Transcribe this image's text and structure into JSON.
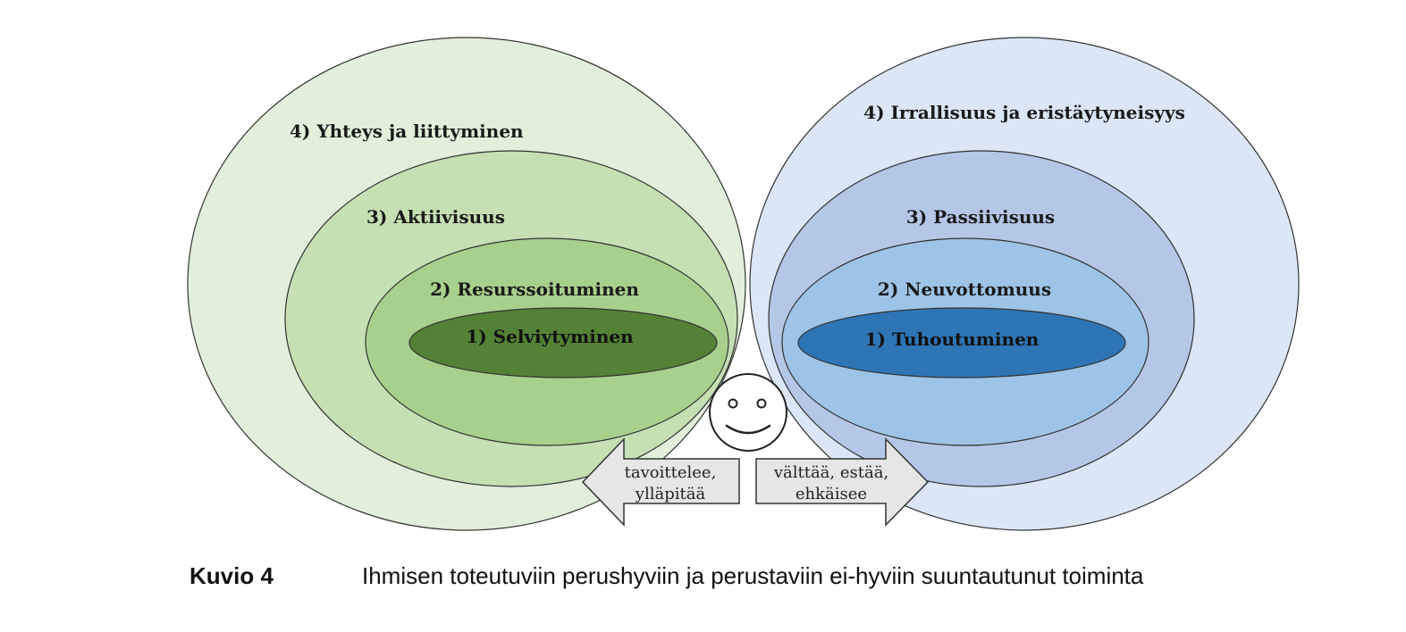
{
  "left": {
    "level4": "4) Yhteys ja liittyminen",
    "level3": "3) Aktiivisuus",
    "level2": "2) Resurssoituminen",
    "level1": "1) Selviytyminen"
  },
  "right": {
    "level4": "4) Irrallisuus ja eristäytyneisyys",
    "level3": "3) Passiivisuus",
    "level2": "2) Neuvottomuus",
    "level1": "1)   Tuhoutuminen"
  },
  "arrows": {
    "left_line1": "tavoittelee,",
    "left_line2": "ylläpitää",
    "right_line1": "välttää, estää,",
    "right_line2": "ehkäisee"
  },
  "caption": {
    "number": "Kuvio 4",
    "text": "Ihmisen toteutuviin perushyviin ja perustaviin ei-hyviin suuntautunut toiminta"
  },
  "colors": {
    "green_4": "#e2efda",
    "green_3": "#c5e0b3",
    "green_2": "#a8d08d",
    "green_1": "#538135",
    "blue_4": "#dbe7f6",
    "blue_3": "#b4c7e7",
    "blue_2": "#9dc3e6",
    "blue_1": "#2e75b6",
    "arrow_fill": "#e7e6e6"
  },
  "icons": {
    "center": "smiley-face-icon"
  }
}
